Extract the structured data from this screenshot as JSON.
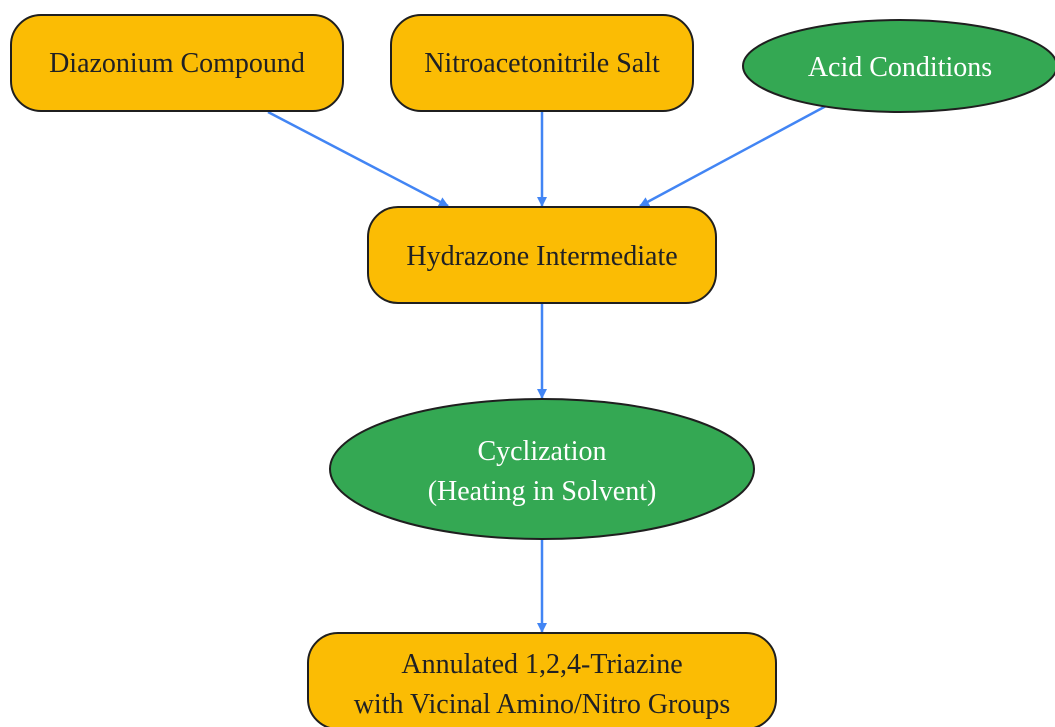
{
  "colors": {
    "rect_fill": "#fbbc04",
    "ellipse_fill": "#34a853",
    "stroke": "#1f1f1f",
    "edge": "#4285f4",
    "dark_text": "#202124",
    "light_text": "#ffffff"
  },
  "nodes": {
    "diazonium": {
      "label": "Diazonium Compound"
    },
    "nitroacetonitrile": {
      "label": "Nitroacetonitrile Salt"
    },
    "acid": {
      "label": "Acid Conditions"
    },
    "hydrazone": {
      "label": "Hydrazone Intermediate"
    },
    "cyclization": {
      "line1": "Cyclization",
      "line2": "(Heating in Solvent)"
    },
    "product": {
      "line1": "Annulated 1,2,4-Triazine",
      "line2": "with Vicinal Amino/Nitro Groups"
    }
  },
  "edges": [
    {
      "from": "diazonium",
      "to": "hydrazone"
    },
    {
      "from": "nitroacetonitrile",
      "to": "hydrazone"
    },
    {
      "from": "acid",
      "to": "hydrazone"
    },
    {
      "from": "hydrazone",
      "to": "cyclization"
    },
    {
      "from": "cyclization",
      "to": "product"
    }
  ]
}
